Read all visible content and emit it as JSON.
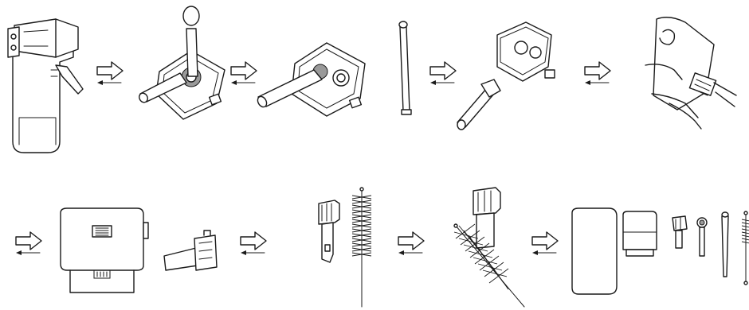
{
  "diagram": {
    "rows": [
      {
        "steps": [
          {
            "illustration": "milk-container-with-lid-and-tube"
          },
          {
            "connector": "step-arrows"
          },
          {
            "illustration": "removing-tube-from-lid-top-view"
          },
          {
            "connector": "step-arrows"
          },
          {
            "illustration": "lid-with-tube-angled"
          },
          {
            "illustration": "suction-tube"
          },
          {
            "connector": "step-arrows"
          },
          {
            "illustration": "lid-and-connector-separated"
          },
          {
            "connector": "step-arrows"
          },
          {
            "illustration": "hands-detaching-lid-parts"
          }
        ]
      },
      {
        "steps": [
          {
            "connector": "step-arrows"
          },
          {
            "illustration": "lid-housing-front"
          },
          {
            "illustration": "connector-piece"
          },
          {
            "connector": "step-arrows"
          },
          {
            "illustration": "nozzle-and-cleaning-brush"
          },
          {
            "connector": "step-arrows"
          },
          {
            "illustration": "brushing-nozzle"
          },
          {
            "connector": "step-arrows"
          },
          {
            "illustration": "all-parts-laid-out"
          }
        ]
      }
    ],
    "colors": {
      "line": "#1a1a1a",
      "background": "#ffffff"
    }
  }
}
